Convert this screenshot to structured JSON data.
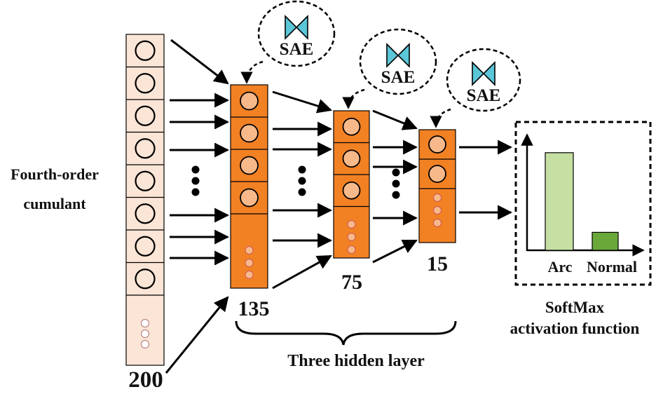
{
  "input_layer": {
    "label": "Fourth-order cumulant",
    "label_lines": [
      "Fourth-order",
      "cumulant"
    ],
    "size": "200"
  },
  "hidden_layers": [
    {
      "size": "135",
      "sae": "SAE"
    },
    {
      "size": "75",
      "sae": "SAE"
    },
    {
      "size": "15",
      "sae": "SAE"
    }
  ],
  "brace_label": "Three hidden layer",
  "output": {
    "title_lines": [
      "SoftMax",
      "activation function"
    ],
    "bars": [
      {
        "label": "Arc",
        "value": 0.87,
        "color": "#c6e0a4"
      },
      {
        "label": "Normal",
        "value": 0.16,
        "color": "#6aa83a"
      }
    ]
  },
  "colors": {
    "input_fill": "#fbe5d6",
    "hidden_fill": "#f28124",
    "node_fill": "#f8b98a",
    "sae_icon": "#5bc6d8"
  }
}
